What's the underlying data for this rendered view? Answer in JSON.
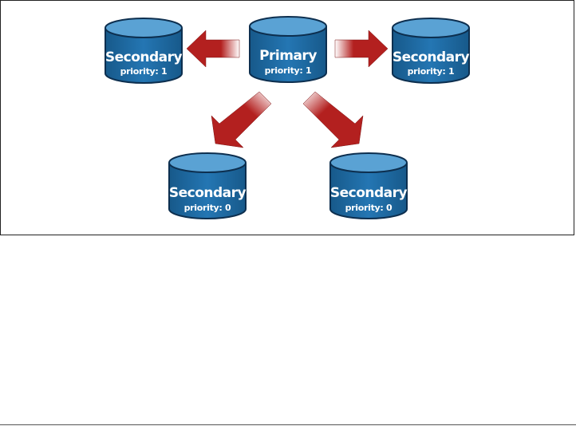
{
  "diagram": {
    "nodes": [
      {
        "id": "primary",
        "title": "Primary",
        "priority_label": "priority: 1"
      },
      {
        "id": "secondary-left",
        "title": "Secondary",
        "priority_label": "priority: 1"
      },
      {
        "id": "secondary-right",
        "title": "Secondary",
        "priority_label": "priority: 1"
      },
      {
        "id": "secondary-bottom-left",
        "title": "Secondary",
        "priority_label": "priority: 0"
      },
      {
        "id": "secondary-bottom-right",
        "title": "Secondary",
        "priority_label": "priority: 0"
      }
    ],
    "edges": [
      {
        "from": "primary",
        "to": "secondary-left"
      },
      {
        "from": "primary",
        "to": "secondary-right"
      },
      {
        "from": "primary",
        "to": "secondary-bottom-left"
      },
      {
        "from": "primary",
        "to": "secondary-bottom-right"
      }
    ],
    "colors": {
      "db_body": "#1f6fa8",
      "db_top": "#5aa2d4",
      "db_outline": "#0d2f4f",
      "arrow": "#b3201f"
    }
  }
}
